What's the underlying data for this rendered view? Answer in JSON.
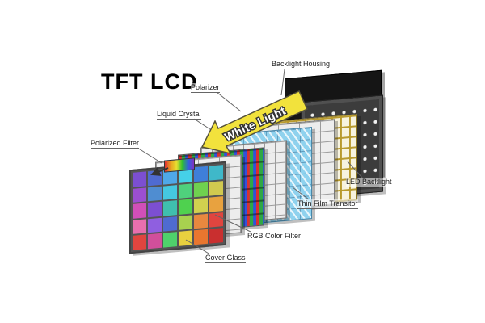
{
  "title": "TFT LCD",
  "arrow": {
    "label": "White Light",
    "fill": "#f2e23c",
    "stroke": "#55513a"
  },
  "labels": {
    "polarizer": "Polarizer",
    "liquid_crystal": "Liquid Crystal",
    "polarized_filter": "Polarized Filter",
    "backlight_housing": "Backlight Housing",
    "led_backlight": "LED Backlight",
    "thin_film_transistor": "Thin Film Transitor",
    "rgb_color_filter": "RGB Color Filter",
    "cover_glass": "Cover Glass"
  },
  "layers_front_to_back": [
    "Cover Glass",
    "Polarized Filter",
    "RGB Color Filter",
    "Liquid Crystal",
    "Polarizer",
    "Thin Film Transitor",
    "LED Backlight",
    "Backlight Housing"
  ],
  "display_colors": [
    [
      "#7c4fd1",
      "#4f6bd1",
      "#4fa8e8",
      "#45d0e8",
      "#3f7fd9",
      "#3fb8c9"
    ],
    [
      "#9b4fd1",
      "#4f8dd1",
      "#45c8e0",
      "#4fd17c",
      "#6fd14f",
      "#d1c94f"
    ],
    [
      "#d14fb8",
      "#7c4fd1",
      "#3fbfae",
      "#4fd14f",
      "#d1d14f",
      "#e8a23f"
    ],
    [
      "#e86fae",
      "#8f5fe0",
      "#4f6bd1",
      "#a8d14f",
      "#e8883f",
      "#e0453f"
    ],
    [
      "#e0453f",
      "#d14f9b",
      "#4fd16b",
      "#e8d03f",
      "#e8762f",
      "#c92f2f"
    ]
  ]
}
